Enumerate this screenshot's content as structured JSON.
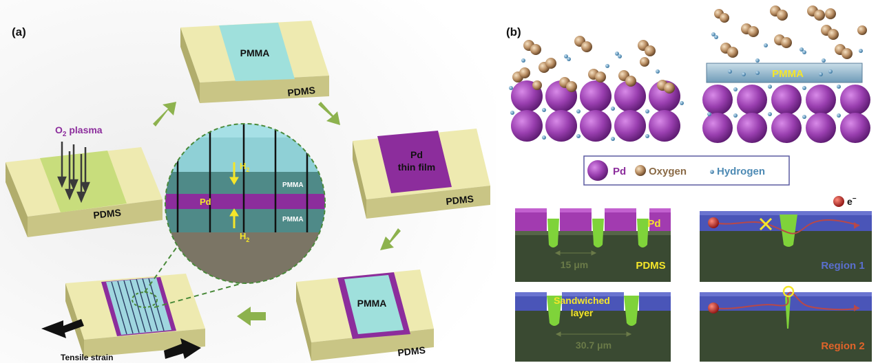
{
  "panel_a": {
    "label": "(a)",
    "steps": {
      "pmma_top": {
        "film_label": "PMMA",
        "substrate_label": "PDMS"
      },
      "pd_film": {
        "film_label_line1": "Pd",
        "film_label_line2": "thin film",
        "substrate_label": "PDMS"
      },
      "pmma_bottom_right": {
        "film_label": "PMMA",
        "substrate_label": "PDMS"
      },
      "o2_plasma": {
        "label_prefix": "O",
        "label_sub": "2",
        "label_suffix": " plasma",
        "substrate_label": "PDMS"
      },
      "strained": {
        "caption": "Tensile strain"
      }
    },
    "inset": {
      "h2_top": "H",
      "h2_top_sub": "2",
      "h2_bottom": "H",
      "h2_bottom_sub": "2",
      "pd": "Pd",
      "pmma_upper": "PMMA",
      "pmma_lower": "PMMA"
    }
  },
  "panel_b": {
    "label": "(b)",
    "top_right_layer": "PMMA",
    "legend": {
      "pd": "Pd",
      "oxygen": "Oxygen",
      "hydrogen": "Hydrogen"
    },
    "electron": {
      "label": "e",
      "sup": "−"
    },
    "cross_sections": {
      "cs1": {
        "material": "Pd",
        "substrate": "PDMS",
        "dimension": "15 μm"
      },
      "cs2": {
        "region": "Region 1"
      },
      "cs3": {
        "label_line1": "Sandwiched",
        "label_line2": "layer",
        "dimension": "30.7 μm"
      },
      "cs4": {
        "region": "Region 2"
      }
    }
  },
  "colors": {
    "pdms_top": "#eeeab0",
    "pdms_side": "#d8d48e",
    "pmma": "#9fe0dc",
    "pd": "#8c2d9c",
    "pd_sphere": "#9a3fb0",
    "arrow": "#8db24e",
    "dark_green": "#3a4a32",
    "blue_layer": "#4a55b8",
    "yellow_text": "#f5e62a",
    "region1": "#5a6fcf",
    "region2": "#e0632a",
    "hydrogen": "#4d8ab4",
    "oxygen": "#8a6a46"
  }
}
